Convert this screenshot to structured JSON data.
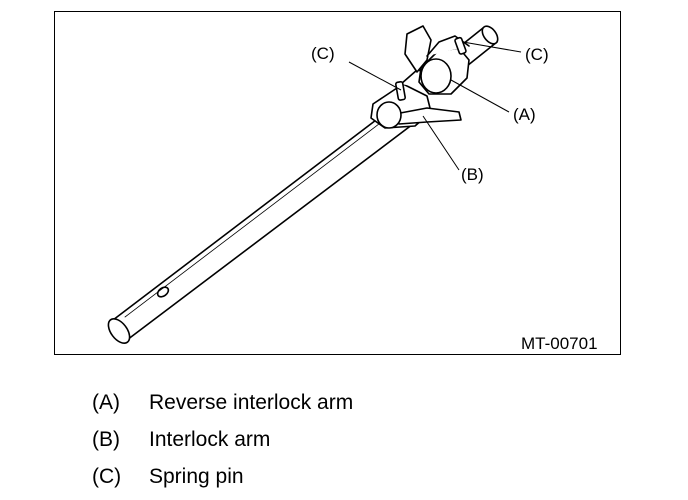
{
  "figure": {
    "code": "MT-00701",
    "callouts": {
      "a": "(A)",
      "b": "(B)",
      "c_left": "(C)",
      "c_right": "(C)"
    }
  },
  "legend": [
    {
      "key": "(A)",
      "text": "Reverse interlock arm"
    },
    {
      "key": "(B)",
      "text": "Interlock arm"
    },
    {
      "key": "(C)",
      "text": "Spring pin"
    }
  ]
}
